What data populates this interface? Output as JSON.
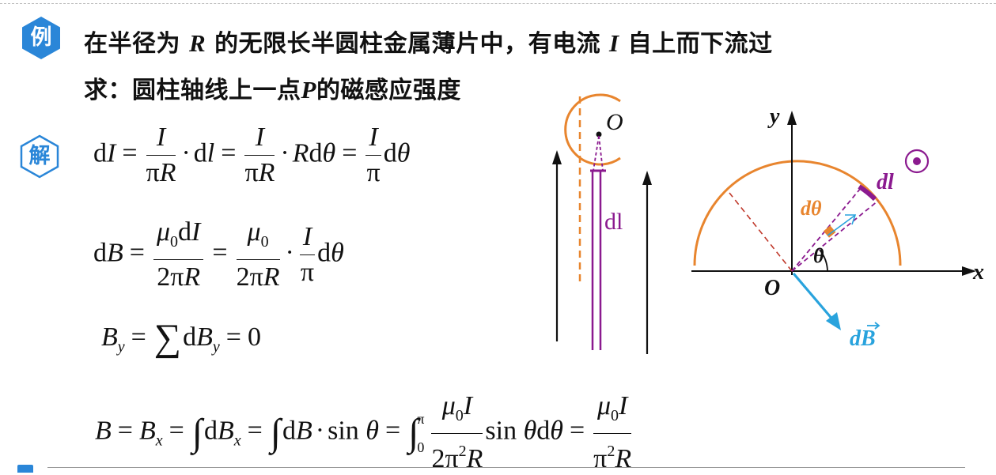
{
  "badges": {
    "example": "例",
    "solution": "解"
  },
  "problem": {
    "line1_pre": "在半径为",
    "line1_R": "R",
    "line1_mid": "的无限长半圆柱金属薄片中，有电流",
    "line1_I": "I",
    "line1_post": "自上而下流过",
    "line2_pre": "求：圆柱轴线上一点",
    "line2_P": "P",
    "line2_post": "的磁感应强度"
  },
  "diagram_left": {
    "label_O": "O",
    "label_dl": "dl"
  },
  "diagram_right": {
    "label_y": "y",
    "label_x": "x",
    "label_O": "O",
    "label_dtheta": "dθ",
    "label_theta": "θ",
    "label_dl": "dl",
    "label_dB": "dB"
  },
  "colors": {
    "accent_blue": "#2a86d8",
    "arc_orange": "#e8852e",
    "strip_purple": "#8b1a8f",
    "vector_blue": "#29a3dd",
    "text": "#111111"
  }
}
